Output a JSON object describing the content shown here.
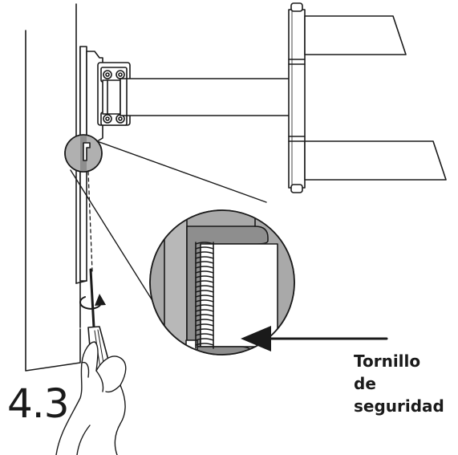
{
  "step": {
    "number": "4.3"
  },
  "callout": {
    "lines": [
      "Tornillo",
      "de",
      "seguridad"
    ]
  },
  "icons": {
    "rotation": "rotate-clockwise-icon",
    "tool": "screwdriver-icon"
  },
  "colors": {
    "line": "#1a1a1a",
    "bracket_fill": "#a9a9a9",
    "bracket_dark": "#8e8e8e",
    "background": "#ffffff"
  }
}
